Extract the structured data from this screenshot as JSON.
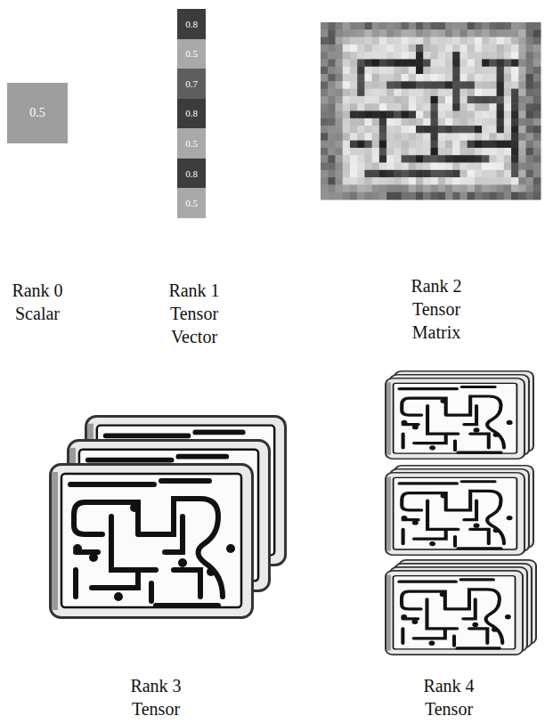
{
  "diagram": {
    "nodes": [
      {
        "text": [
          "0.5"
        ]
      },
      {
        "text": [
          "0.8"
        ]
      },
      {
        "text": [
          "0.5"
        ]
      },
      {
        "text": [
          "0.7"
        ]
      },
      {
        "text": [
          "0.8"
        ]
      },
      {
        "text": [
          "0.5"
        ]
      },
      {
        "text": [
          "0.8"
        ]
      },
      {
        "text": [
          "0.5"
        ]
      }
    ],
    "labels": [
      "Rank 0 Scalar",
      "Rank 1 Tensor Vector",
      "Rank 2 Tensor Matrix",
      "Rank 3 Tensor",
      "Rank 4 Tensor"
    ]
  }
}
